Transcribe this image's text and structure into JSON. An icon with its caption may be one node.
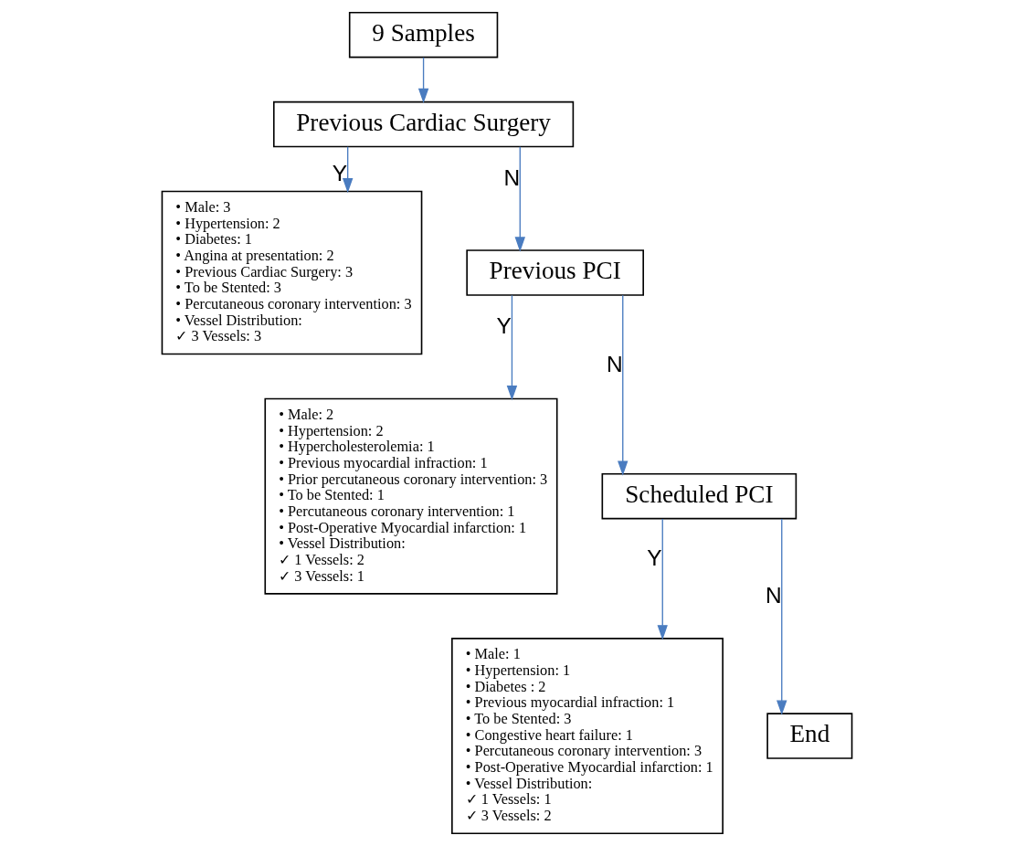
{
  "diagram": {
    "nodes": [
      {
        "text": [
          "9 Samples"
        ]
      },
      {
        "text": [
          "Previous Cardiac Surgery"
        ]
      },
      {
        "text": [
          "• Male: 3",
          "• Hypertension: 2",
          "• Diabetes: 1",
          "• Angina at presentation: 2",
          "• Previous Cardiac Surgery: 3",
          "• To be Stented: 3",
          "• Percutaneous coronary intervention: 3",
          "• Vessel Distribution:",
          "✓ 3 Vessels: 3"
        ]
      },
      {
        "text": [
          "Previous PCI"
        ]
      },
      {
        "text": [
          "• Male: 2",
          "• Hypertension: 2",
          "• Hypercholesterolemia: 1",
          "• Previous myocardial infraction: 1",
          "• Prior percutaneous coronary intervention: 3",
          "• To be Stented: 1",
          "• Percutaneous coronary intervention: 1",
          "• Post-Operative Myocardial infarction: 1",
          "• Vessel Distribution:",
          "✓ 1 Vessels: 2",
          "✓ 3 Vessels: 1"
        ]
      },
      {
        "text": [
          "Scheduled PCI"
        ]
      },
      {
        "text": [
          "• Male: 1",
          "• Hypertension: 1",
          "• Diabetes : 2",
          "• Previous myocardial infraction: 1",
          "• To be Stented: 3",
          "• Congestive heart failure: 1",
          "• Percutaneous coronary intervention: 3",
          "• Post-Operative Myocardial infarction: 1",
          "• Vessel Distribution:",
          "✓ 1 Vessels: 1",
          "✓ 3 Vessels: 2"
        ]
      },
      {
        "text": [
          "End"
        ]
      }
    ],
    "edges": [
      {
        "from": 0,
        "to": 1,
        "arrow": "to"
      },
      {
        "from": 1,
        "to": 2,
        "arrow": "to",
        "label": "Y"
      },
      {
        "from": 1,
        "to": 3,
        "arrow": "to",
        "label": "N"
      },
      {
        "from": 3,
        "to": 4,
        "arrow": "to",
        "label": "Y"
      },
      {
        "from": 3,
        "to": 5,
        "arrow": "to",
        "label": "N"
      },
      {
        "from": 5,
        "to": 6,
        "arrow": "to",
        "label": "Y"
      },
      {
        "from": 5,
        "to": 7,
        "arrow": "to",
        "label": "N"
      }
    ]
  }
}
